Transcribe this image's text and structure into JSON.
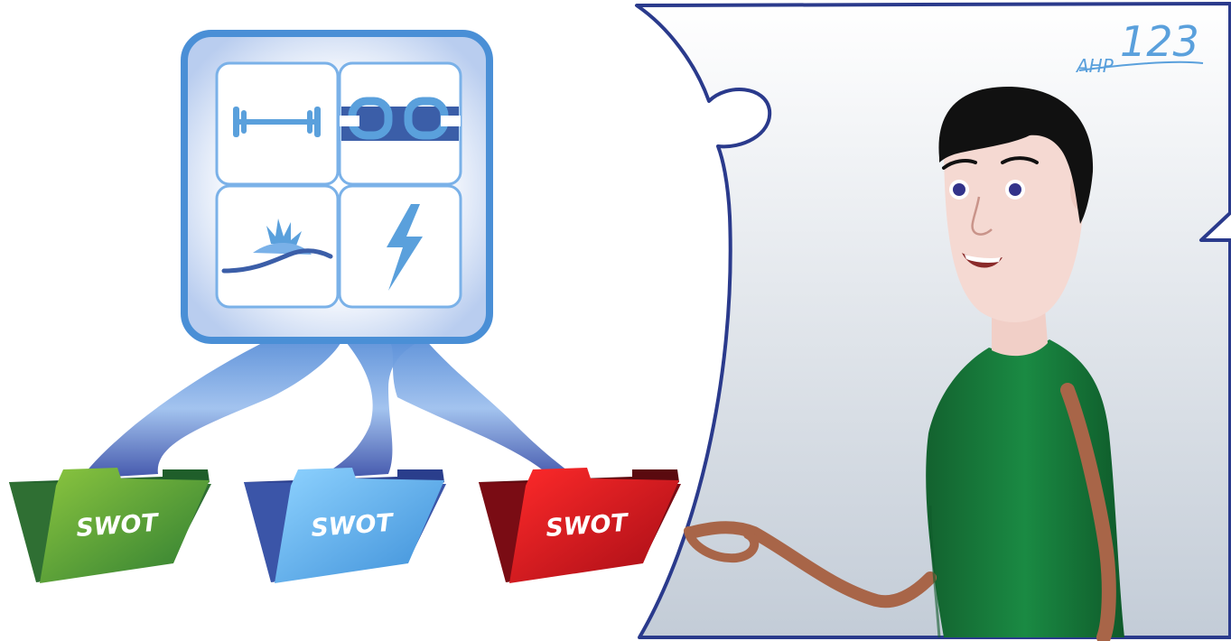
{
  "folders": [
    {
      "label": "SWOT",
      "color": "#3d8c2e"
    },
    {
      "label": "SWOT",
      "color": "#4aa6e6"
    },
    {
      "label": "SWOT",
      "color": "#d4101e"
    }
  ],
  "logo": {
    "number": "123",
    "text": "AHP"
  },
  "colors": {
    "panel_border": "#2a3a8c",
    "tile_blue": "#4a8fd6",
    "shirt": "#157a3c",
    "skin": "#f5d6cf",
    "hair": "#111111"
  },
  "icons": [
    "barbell-icon",
    "broken-chain-icon",
    "sunrise-icon",
    "lightning-icon"
  ]
}
